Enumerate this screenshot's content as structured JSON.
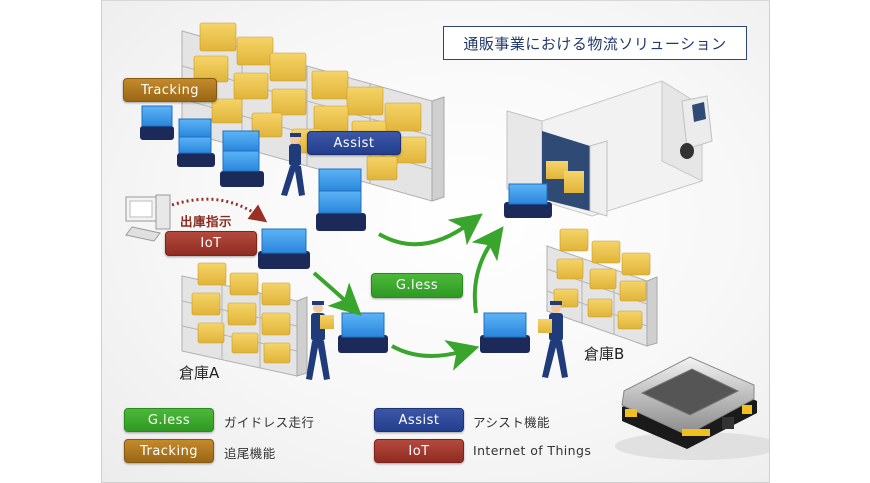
{
  "title": "通販事業における物流ソリューション",
  "badges": {
    "tracking": "Tracking",
    "assist": "Assist",
    "iot": "IoT",
    "gless": "G.less"
  },
  "labels": {
    "shipping_instruction": "出庫指示",
    "warehouse_a": "倉庫A",
    "warehouse_b": "倉庫B"
  },
  "legend": [
    {
      "badge": "G.less",
      "description": "ガイドレス走行",
      "color": "#3aa52c"
    },
    {
      "badge": "Tracking",
      "description": "追尾機能",
      "color": "#b07a22"
    },
    {
      "badge": "Assist",
      "description": "アシスト機能",
      "color": "#2d479a"
    },
    {
      "badge": "IoT",
      "description": "Internet of Things",
      "color": "#a23a2f"
    }
  ],
  "colors": {
    "title_border": "#2e4677",
    "arrow_green": "#3aa52c",
    "box_yellow": "#f0c64a",
    "crate_blue": "#3d9be9",
    "robot_navy": "#1c2a5a"
  }
}
